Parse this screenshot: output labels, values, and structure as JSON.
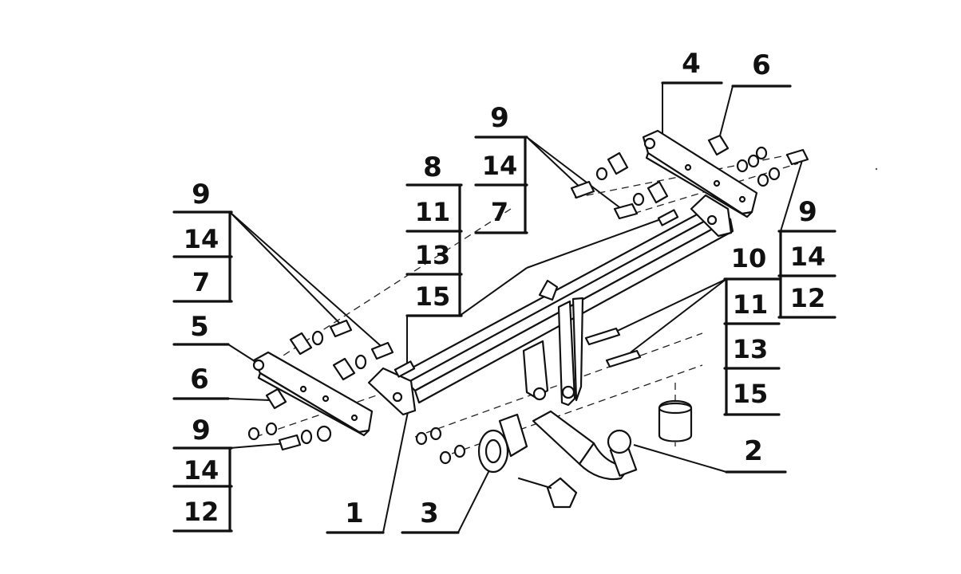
{
  "callouts": {
    "left_top": {
      "top": "9",
      "mid": "14",
      "bottom": "7"
    },
    "left_5": "5",
    "left_6": "6",
    "left_bottom": {
      "top": "9",
      "mid": "14",
      "bottom": "12"
    },
    "center_stack": [
      "8",
      "11",
      "13",
      "15"
    ],
    "center_top": {
      "top": "9",
      "mid": "14",
      "bottom": "7"
    },
    "top_4": "4",
    "top_6": "6",
    "right_top": {
      "top": "9",
      "mid": "14",
      "bottom": "12"
    },
    "right_stack": [
      "10",
      "11",
      "13",
      "15"
    ],
    "part_1": "1",
    "part_2": "2",
    "part_3": "3"
  }
}
